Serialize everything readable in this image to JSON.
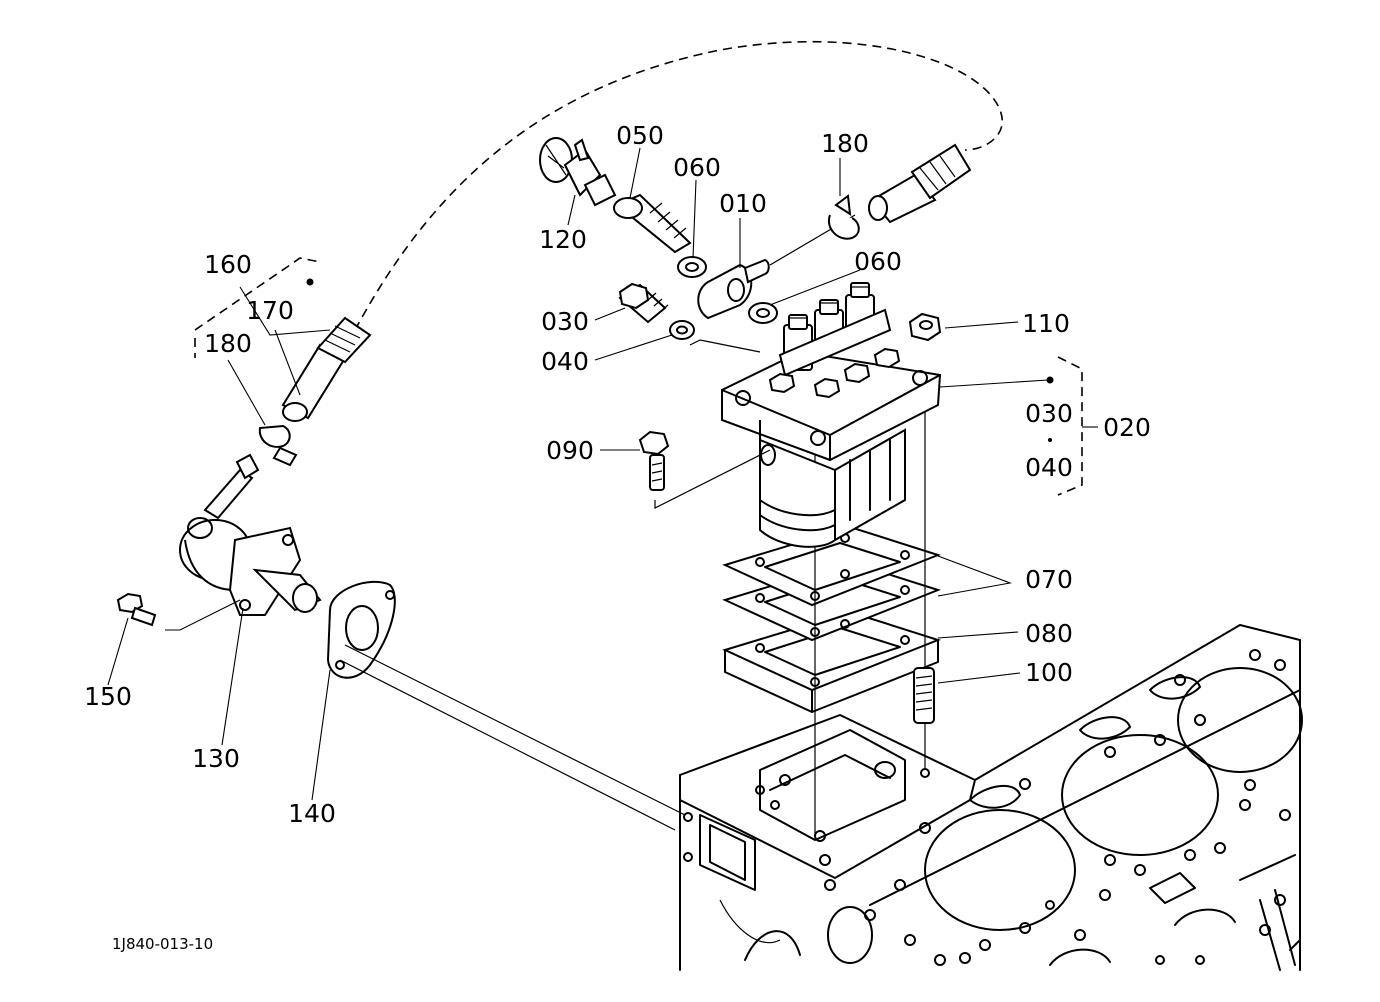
{
  "labels": {
    "p010": "010",
    "p020": "020",
    "p030a": "030",
    "p030b": "030",
    "p040a": "040",
    "p040b": "040",
    "p050": "050",
    "p060a": "060",
    "p060b": "060",
    "p070": "070",
    "p080": "080",
    "p090": "090",
    "p100": "100",
    "p110": "110",
    "p120": "120",
    "p130": "130",
    "p140": "140",
    "p150": "150",
    "p160": "160",
    "p170": "170",
    "p180a": "180",
    "p180b": "180"
  },
  "reference_code": "1J840-013-10"
}
